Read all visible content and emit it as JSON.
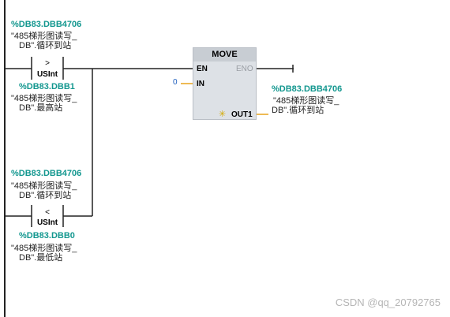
{
  "top_contact": {
    "address": "%DB83.DBB4706",
    "tag_line1": "\"485梯形图读写_",
    "tag_line2": "DB\".循环到站",
    "operator": ">",
    "type": "USInt",
    "address2": "%DB83.DBB1",
    "tag2_line1": "\"485梯形图读写_",
    "tag2_line2": "DB\".最高站"
  },
  "bottom_contact": {
    "address": "%DB83.DBB4706",
    "tag_line1": "\"485梯形图读写_",
    "tag_line2": "DB\".循环到站",
    "operator": "<",
    "type": "USInt",
    "address2": "%DB83.DBB0",
    "tag2_line1": "\"485梯形图读写_",
    "tag2_line2": "DB\".最低站"
  },
  "move_block": {
    "title": "MOVE",
    "en": "EN",
    "eno": "ENO",
    "in": "IN",
    "out1": "OUT1",
    "in_value": "0",
    "out_address": "%DB83.DBB4706",
    "out_tag_line1": "\"485梯形图读写_",
    "out_tag_line2": "DB\".循环到站"
  },
  "watermark": "CSDN @qq_20792765"
}
